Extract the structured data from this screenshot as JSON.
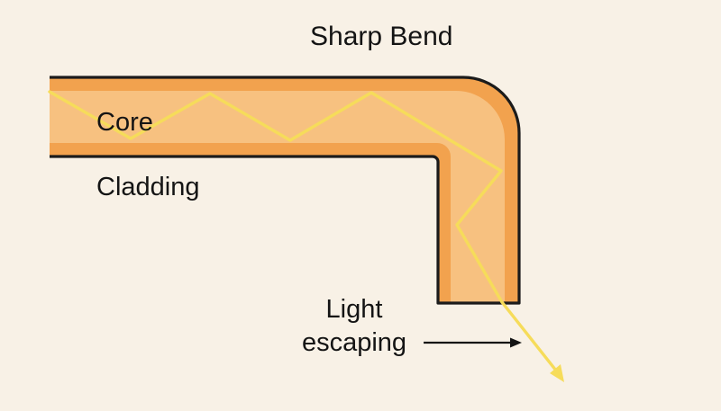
{
  "title": "Sharp Bend",
  "labels": {
    "core": "Core",
    "cladding": "Cladding",
    "escape_line1": "Light",
    "escape_line2": "escaping"
  },
  "colors": {
    "background": "#f8f1e6",
    "cladding": "#f2a24e",
    "core": "#f7c180",
    "light_ray": "#f6dc5a",
    "outline": "#1b1b1b",
    "arrow": "#141414"
  }
}
